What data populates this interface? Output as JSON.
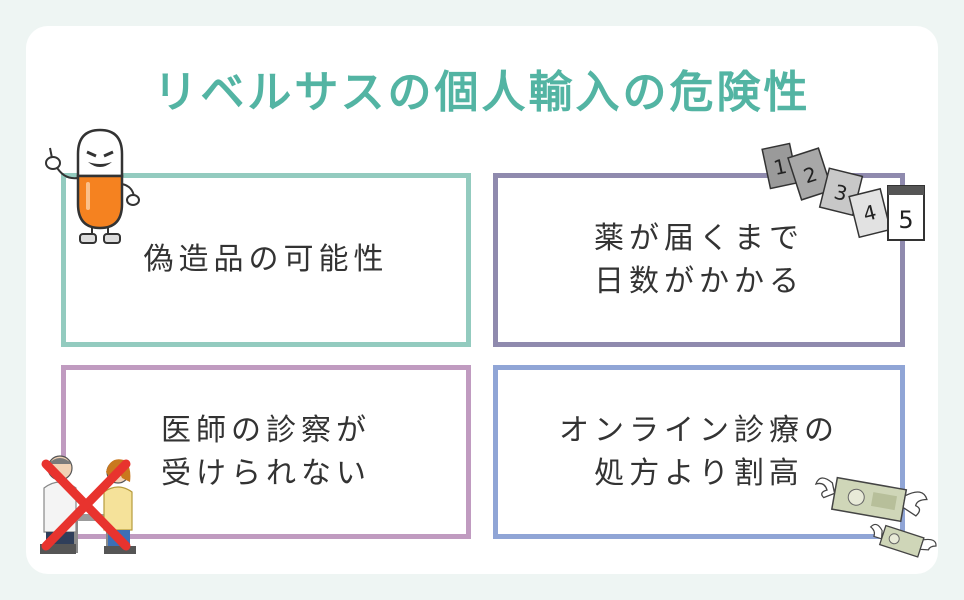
{
  "title": "リベルサスの個人輸入の危険性",
  "boxes": [
    {
      "lines": [
        "偽造品の可能性"
      ]
    },
    {
      "lines": [
        "薬が届くまで",
        "日数がかかる"
      ]
    },
    {
      "lines": [
        "医師の診察が",
        "受けられない"
      ]
    },
    {
      "lines": [
        "オンライン診療の",
        "処方より割高"
      ]
    }
  ],
  "calendar": {
    "pages": [
      "1",
      "2",
      "3",
      "4",
      "5"
    ]
  },
  "colors": {
    "title": "#53b4a3",
    "box1": "#93cbbf",
    "box2": "#8f8aae",
    "box3": "#c09bc0",
    "box4": "#90a5d6",
    "cross": "#e8332e",
    "pill": "#f58220"
  }
}
